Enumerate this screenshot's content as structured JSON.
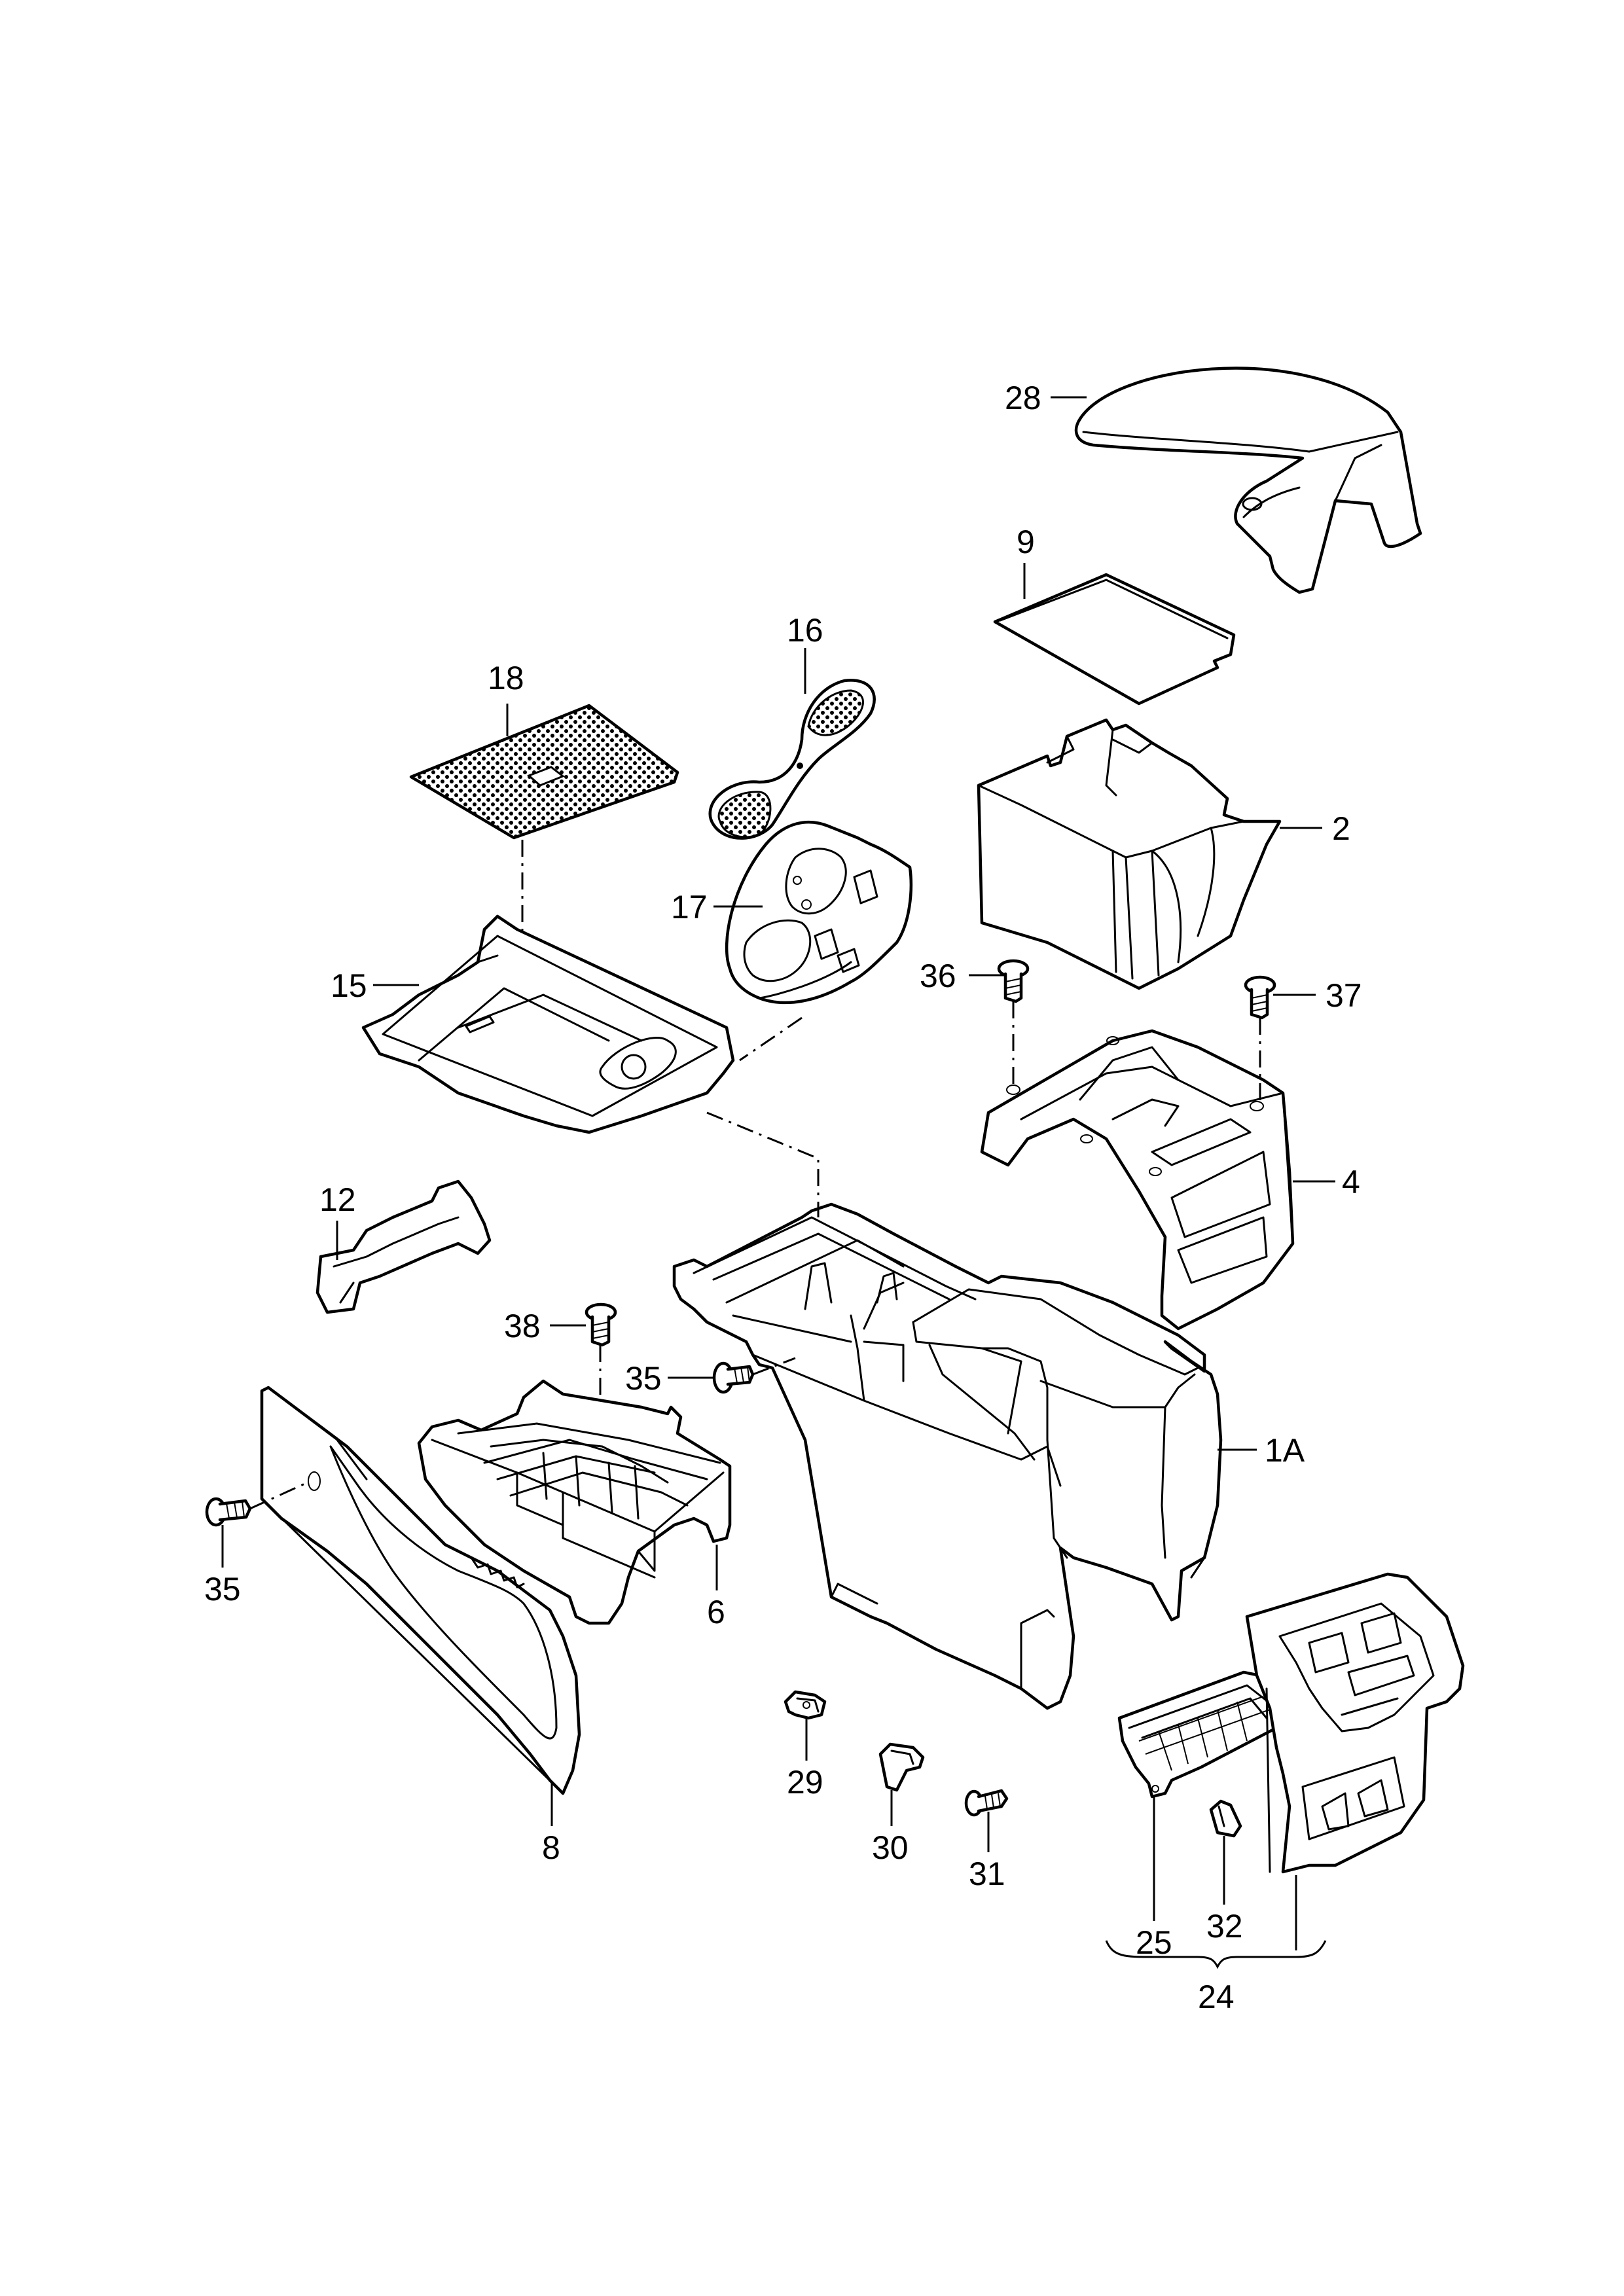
{
  "diagram": {
    "callouts": [
      {
        "id": "28",
        "text": "28"
      },
      {
        "id": "9",
        "text": "9"
      },
      {
        "id": "16",
        "text": "16"
      },
      {
        "id": "18",
        "text": "18"
      },
      {
        "id": "2",
        "text": "2"
      },
      {
        "id": "17",
        "text": "17"
      },
      {
        "id": "36",
        "text": "36"
      },
      {
        "id": "37",
        "text": "37"
      },
      {
        "id": "15",
        "text": "15"
      },
      {
        "id": "4",
        "text": "4"
      },
      {
        "id": "12",
        "text": "12"
      },
      {
        "id": "38",
        "text": "38"
      },
      {
        "id": "35a",
        "text": "35"
      },
      {
        "id": "1A",
        "text": "1A"
      },
      {
        "id": "35b",
        "text": "35"
      },
      {
        "id": "6",
        "text": "6"
      },
      {
        "id": "8",
        "text": "8"
      },
      {
        "id": "29",
        "text": "29"
      },
      {
        "id": "30",
        "text": "30"
      },
      {
        "id": "31",
        "text": "31"
      },
      {
        "id": "25",
        "text": "25"
      },
      {
        "id": "32",
        "text": "32"
      },
      {
        "id": "24",
        "text": "24"
      }
    ]
  }
}
